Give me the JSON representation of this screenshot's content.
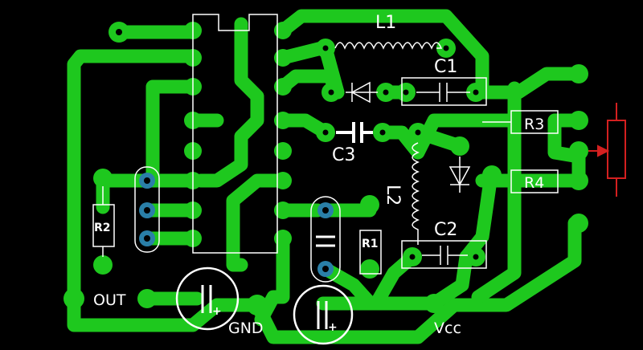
{
  "board": {
    "background_color": "#000000",
    "trace_color": "#1ec81e",
    "silkscreen_color": "#ffffff",
    "via_color": "#2a7fa8",
    "pot_color": "#d42020"
  },
  "labels": {
    "l1": "L1",
    "l2": "L2",
    "c1": "C1",
    "c2": "C2",
    "c3": "C3",
    "r1": "R1",
    "r2": "R2",
    "r3": "R3",
    "r4": "R4",
    "out": "OUT",
    "gnd": "GND",
    "vcc": "Vcc",
    "plus_1": "+",
    "plus_2": "+"
  }
}
